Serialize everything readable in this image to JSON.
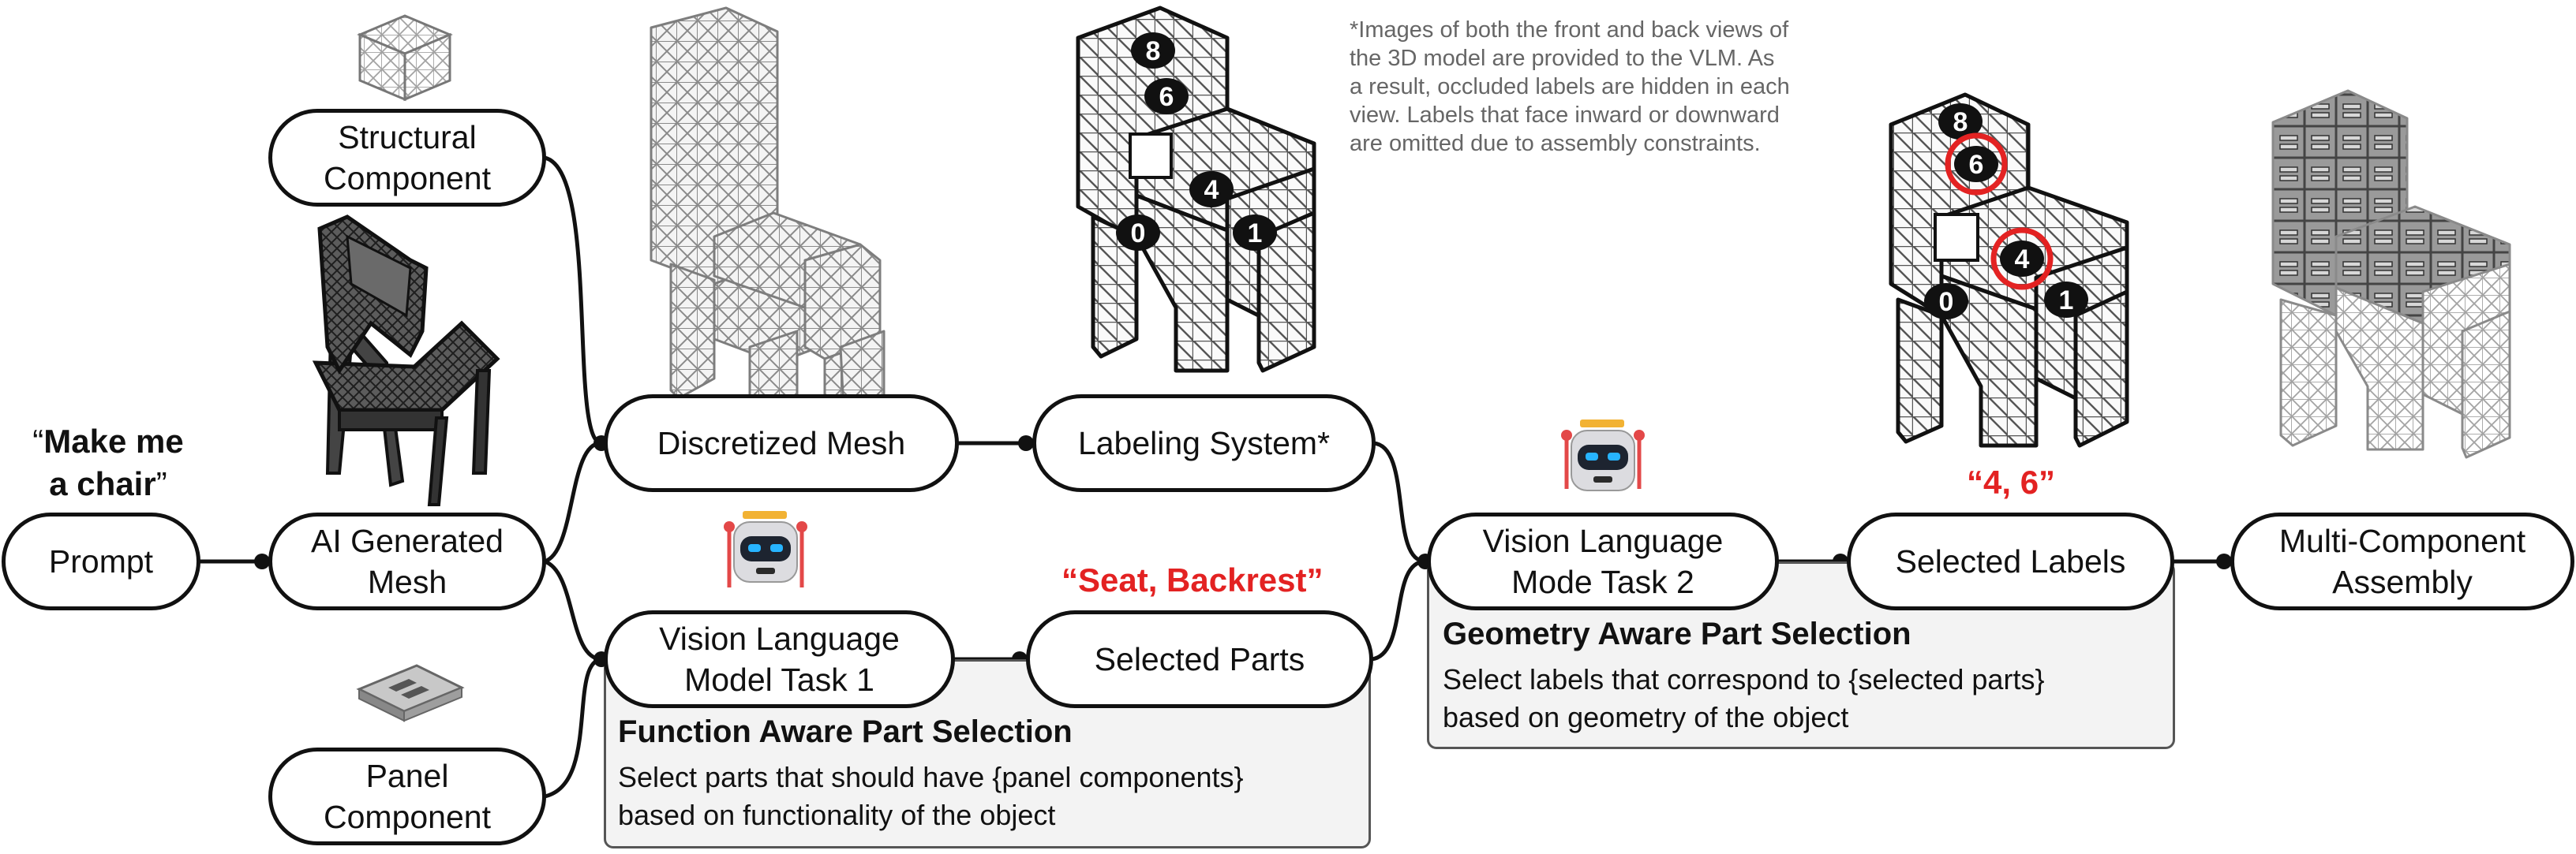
{
  "nodes": {
    "prompt": "Prompt",
    "ai_mesh": "AI Generated\nMesh",
    "structural": "Structural\nComponent",
    "panel": "Panel\nComponent",
    "discretized": "Discretized Mesh",
    "labeling": "Labeling System*",
    "vlm1": "Vision Language\nModel Task 1",
    "selected_parts": "Selected Parts",
    "vlm2": "Vision Language\nMode Task 2",
    "selected_labels": "Selected Labels",
    "assembly": "Multi-Component\nAssembly"
  },
  "prompt_quote": {
    "open": "“",
    "bold": "Make me\na chair",
    "close": "”"
  },
  "task1": {
    "title": "Function Aware Part Selection",
    "desc": "Select parts that should have {panel components}\nbased on functionality of the object",
    "output": "“Seat, Backrest”"
  },
  "task2": {
    "title": "Geometry Aware Part Selection",
    "desc": "Select labels that correspond to {selected parts}\nbased on geometry of the object",
    "output": "“4, 6”"
  },
  "footnote": "*Images of both the front and back views of\nthe 3D model are provided to the VLM. As\na result, occluded labels are hidden in each\nview. Labels that face inward or downward\nare omitted due to assembly constraints.",
  "label_badges": {
    "view1": [
      "8",
      "6",
      "4",
      "0",
      "1"
    ],
    "view2": [
      "8",
      "6",
      "4",
      "0",
      "1"
    ]
  },
  "highlighted_labels": [
    "6",
    "4"
  ],
  "colors": {
    "accent_red": "#e32222",
    "line": "#111111",
    "box_fill": "#f3f3f3"
  },
  "icons": [
    "lattice-cube-icon",
    "panel-tile-icon",
    "chair-mesh-image",
    "robot-icon"
  ]
}
